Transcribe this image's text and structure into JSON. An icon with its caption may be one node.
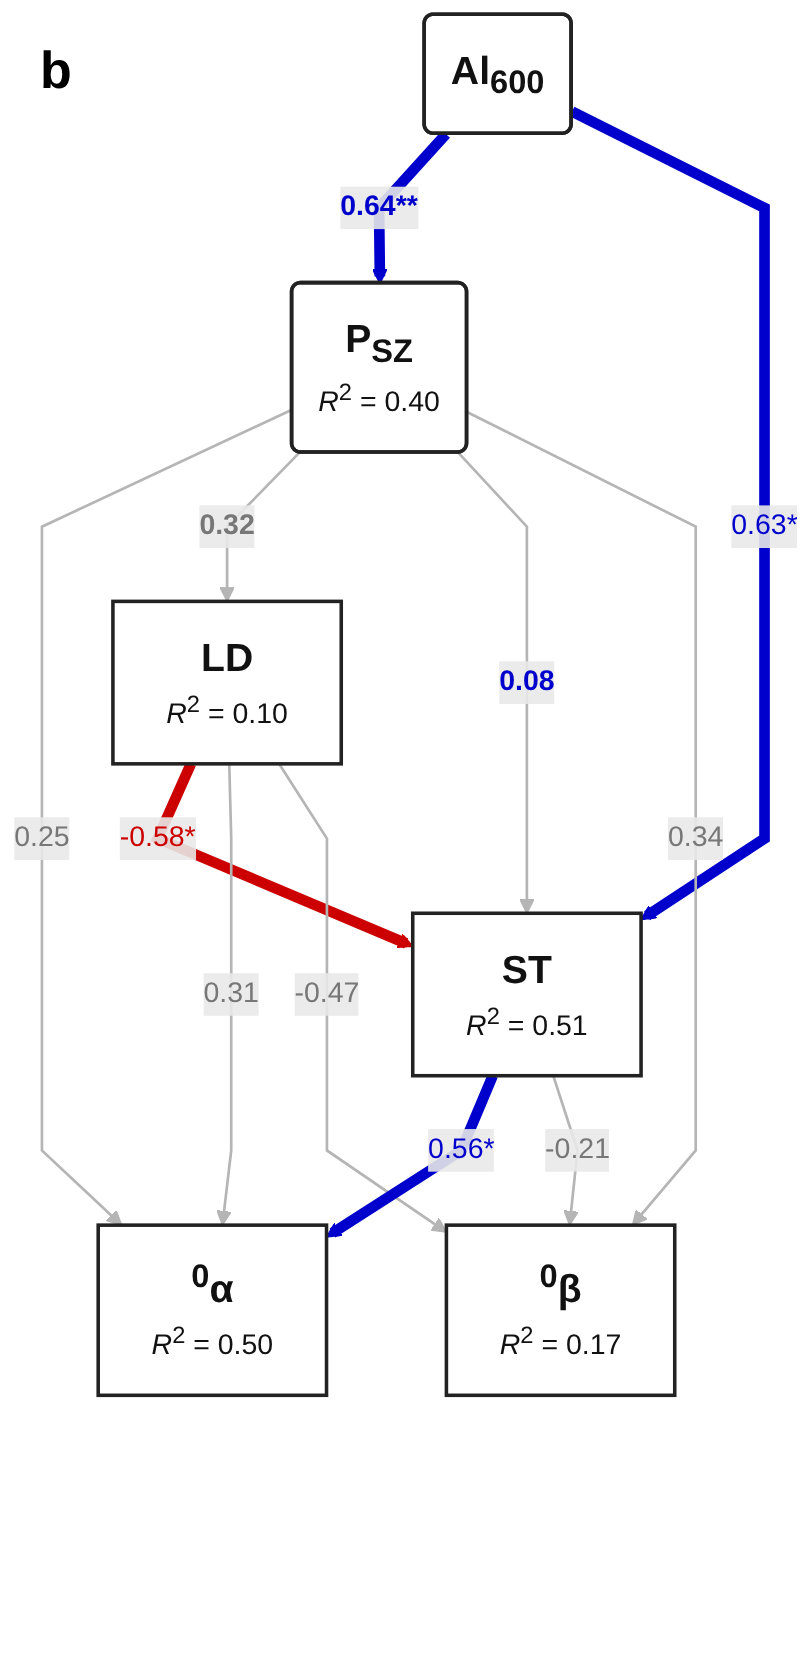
{
  "diagram": {
    "nodes": [
      {
        "text": [
          "Al$_{600}$"
        ]
      },
      {
        "text": [
          "P$_{SZ}$",
          "*R*$^{2}$ = 0.40"
        ]
      },
      {
        "text": [
          "LD",
          "*R*$^{2}$ = 0.10"
        ]
      },
      {
        "text": [
          "ST",
          "*R*$^{2}$ = 0.51"
        ]
      },
      {
        "text": [
          "$^{0}$α",
          "*R*$^{2}$ = 0.50"
        ]
      },
      {
        "text": [
          "$^{0}$β",
          "*R*$^{2}$ = 0.17"
        ]
      }
    ],
    "edges": [
      {
        "from": 0,
        "to": 1,
        "arrow": "to",
        "label": "0.64**",
        "style": "thick",
        "color": "#0000cc"
      },
      {
        "from": 0,
        "to": 3,
        "arrow": "to",
        "label": "0.63*",
        "style": "thick",
        "color": "#0000cc"
      },
      {
        "from": 1,
        "to": 4,
        "arrow": "to",
        "label": "0.25"
      },
      {
        "from": 1,
        "to": 2,
        "arrow": "to",
        "label": "0.32"
      },
      {
        "from": 1,
        "to": 3,
        "arrow": "to",
        "label": "0.08"
      },
      {
        "from": 1,
        "to": 5,
        "arrow": "to",
        "label": "0.34"
      },
      {
        "from": 2,
        "to": 3,
        "arrow": "to",
        "label": "-0.58*",
        "style": "thick",
        "color": "#cc0000"
      },
      {
        "from": 2,
        "to": 4,
        "arrow": "to",
        "label": "0.31"
      },
      {
        "from": 2,
        "to": 5,
        "arrow": "to",
        "label": "-0.47"
      },
      {
        "from": 3,
        "to": 4,
        "arrow": "to",
        "label": "0.56*",
        "style": "thick",
        "color": "#0000cc"
      },
      {
        "from": 3,
        "to": 5,
        "arrow": "to",
        "label": "-0.21"
      }
    ],
    "labels": [
      "b"
    ]
  }
}
